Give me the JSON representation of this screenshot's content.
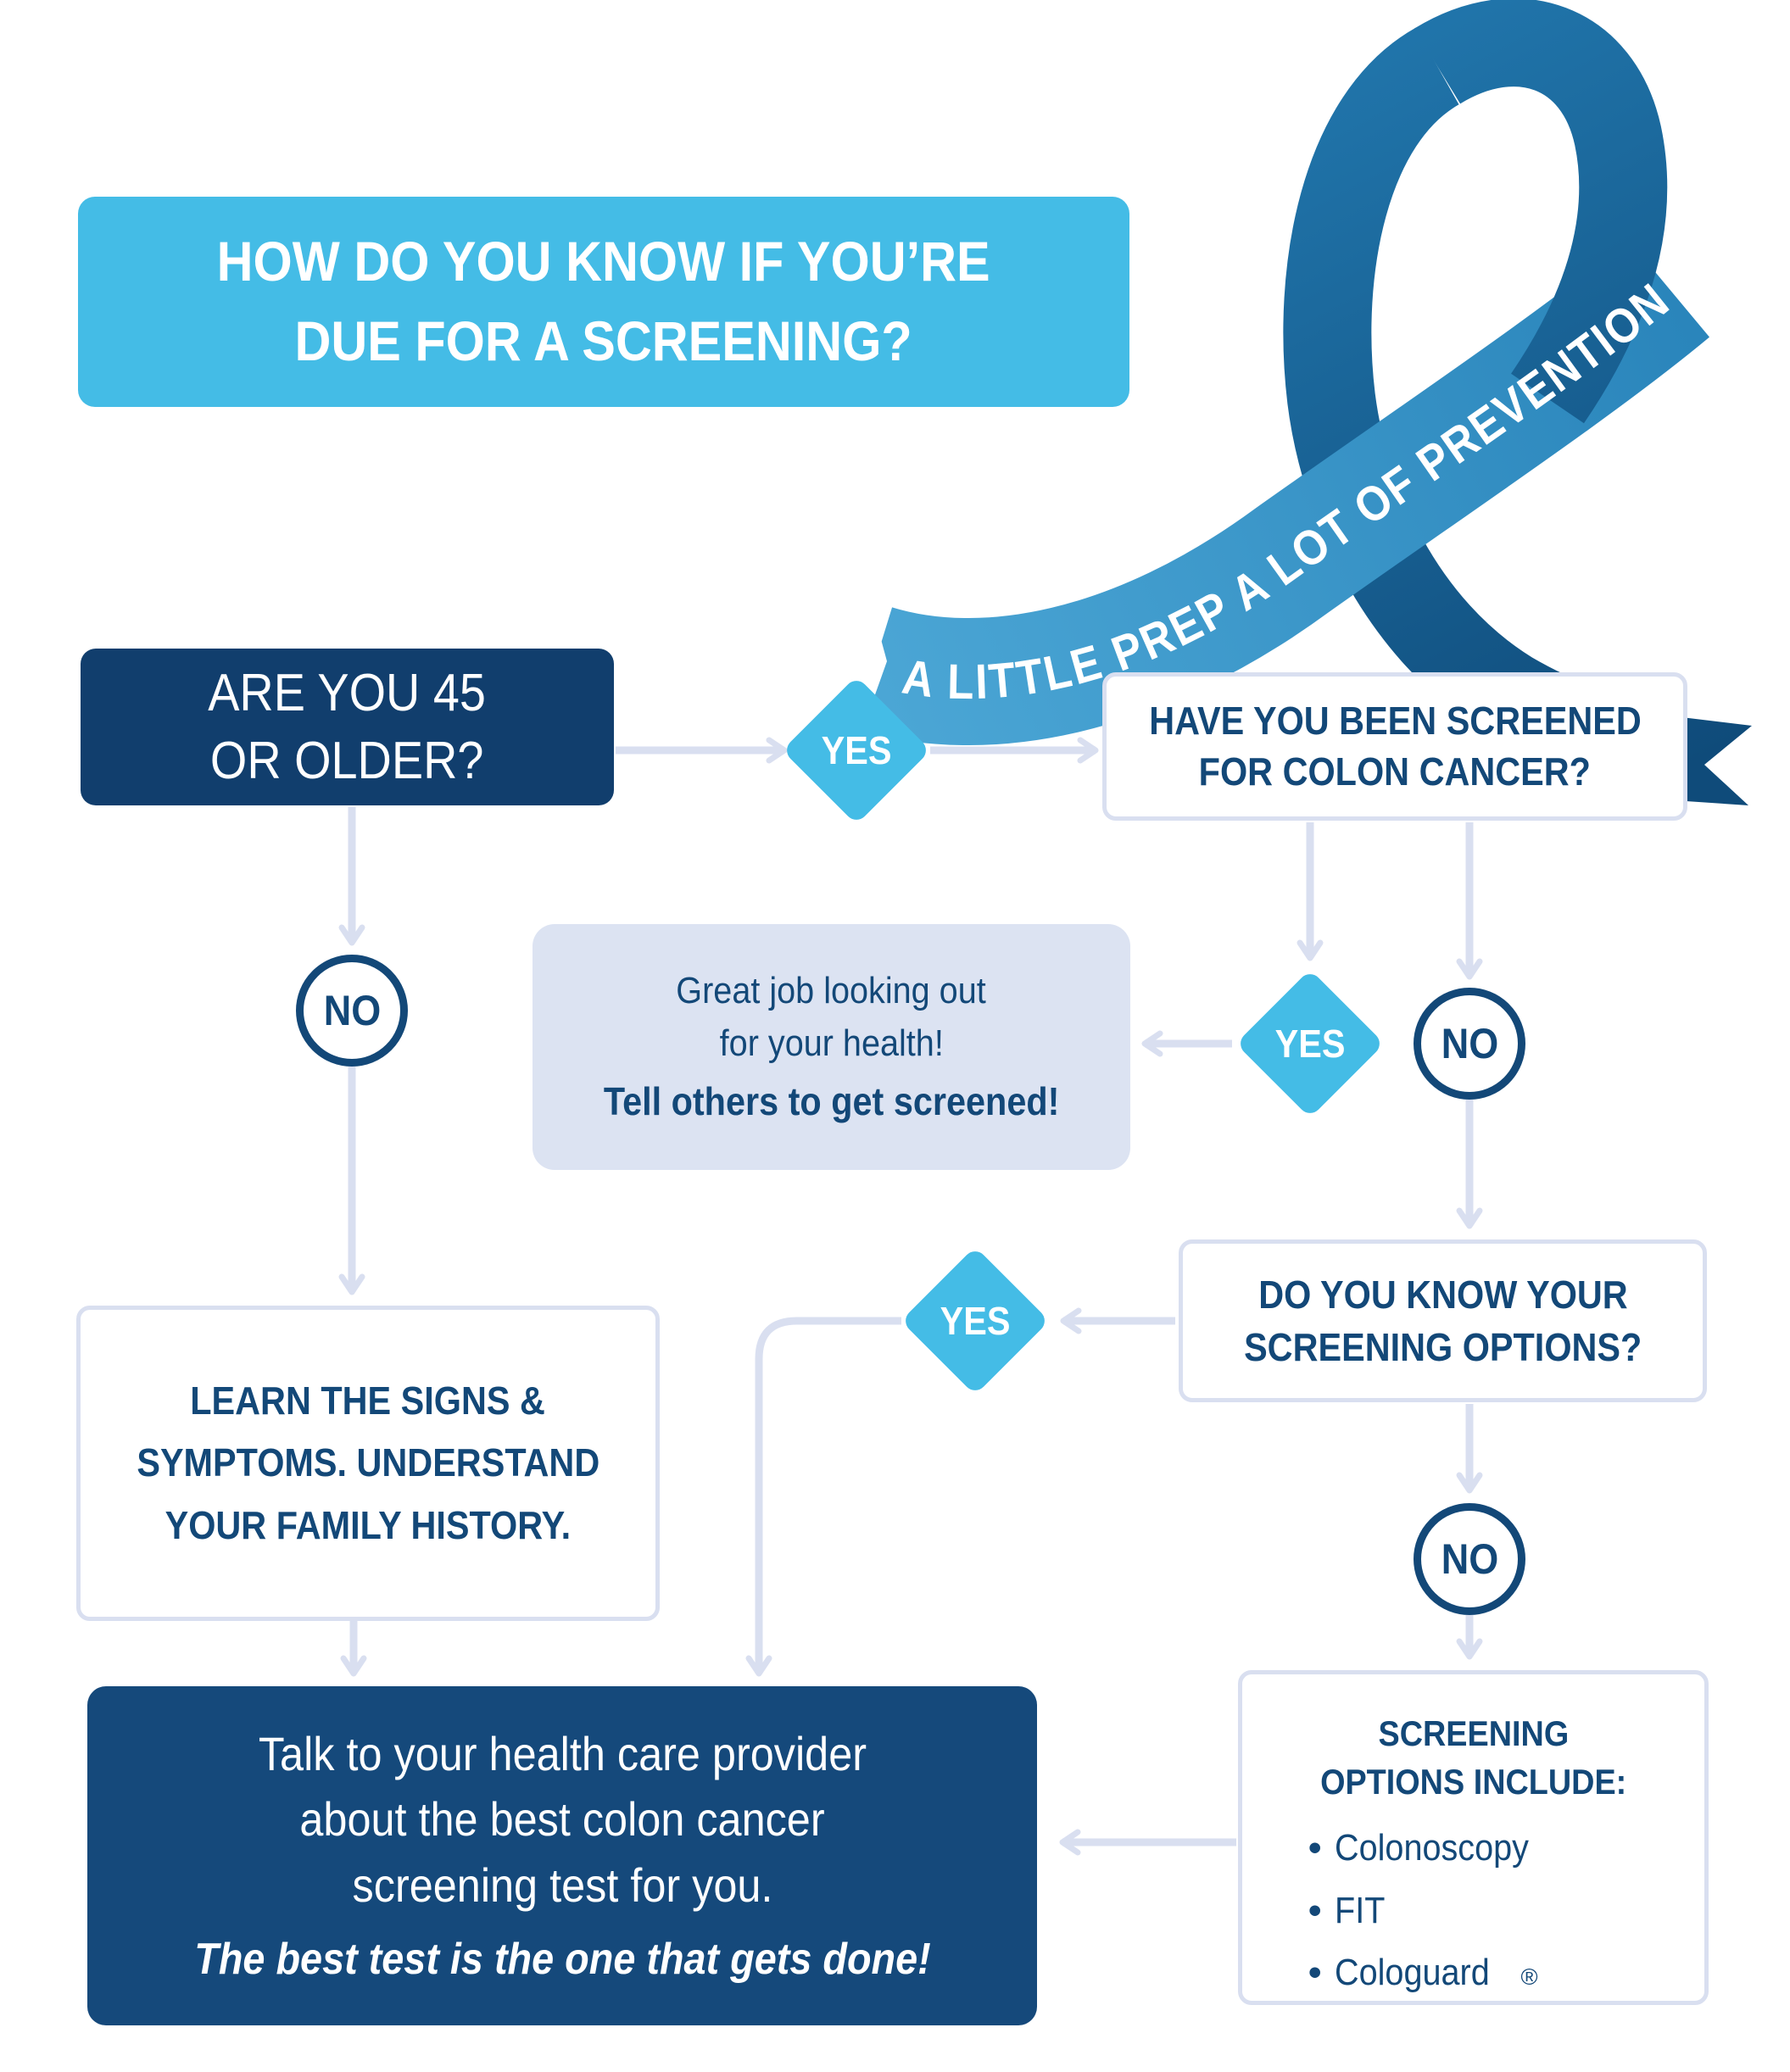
{
  "colors": {
    "light_blue": "#44BCE6",
    "navy": "#113E6D",
    "big_box_navy": "#15497B",
    "text_navy": "#134878",
    "connector": "#D9DFF0",
    "great_job_bg": "#DCE3F2",
    "banner_light": "#4BA6D5",
    "banner_dark": "#2A85BB",
    "ribbon_light": "#2176AC",
    "ribbon_dark": "#0F4B7A"
  },
  "header": {
    "line1": "HOW DO YOU KNOW IF YOU’RE",
    "line2": "DUE FOR A SCREENING?"
  },
  "ribbon": {
    "banner_text": "A LITTLE PREP A LOT OF PREVENTION"
  },
  "labels": {
    "yes": "YES",
    "no": "NO"
  },
  "flow": {
    "are_you_45": {
      "lines": [
        "ARE YOU 45",
        "OR OLDER?"
      ]
    },
    "have_you_screened": {
      "lines": [
        "HAVE YOU BEEN SCREENED",
        "FOR COLON CANCER?"
      ]
    },
    "great_job": {
      "lines": [
        "Great job looking out",
        "for your health!"
      ],
      "bold_line": "Tell others to get screened!"
    },
    "learn_signs": {
      "lines": [
        "LEARN THE SIGNS &",
        "SYMPTOMS. UNDERSTAND",
        "YOUR FAMILY HISTORY."
      ]
    },
    "do_you_know": {
      "lines": [
        "DO YOU KNOW YOUR",
        "SCREENING OPTIONS?"
      ]
    },
    "screening_options": {
      "title_lines": [
        "SCREENING",
        "OPTIONS INCLUDE:"
      ],
      "bullet_char": "•",
      "items": [
        {
          "text": "Colonoscopy",
          "sup": ""
        },
        {
          "text": "FIT",
          "sup": ""
        },
        {
          "text": "Cologuard",
          "sup": "®"
        }
      ]
    },
    "talk_provider": {
      "lines": [
        "Talk to your health care provider",
        "about the best colon cancer",
        "screening test for you."
      ],
      "bold_line": "The best test is the one that gets done!"
    }
  }
}
